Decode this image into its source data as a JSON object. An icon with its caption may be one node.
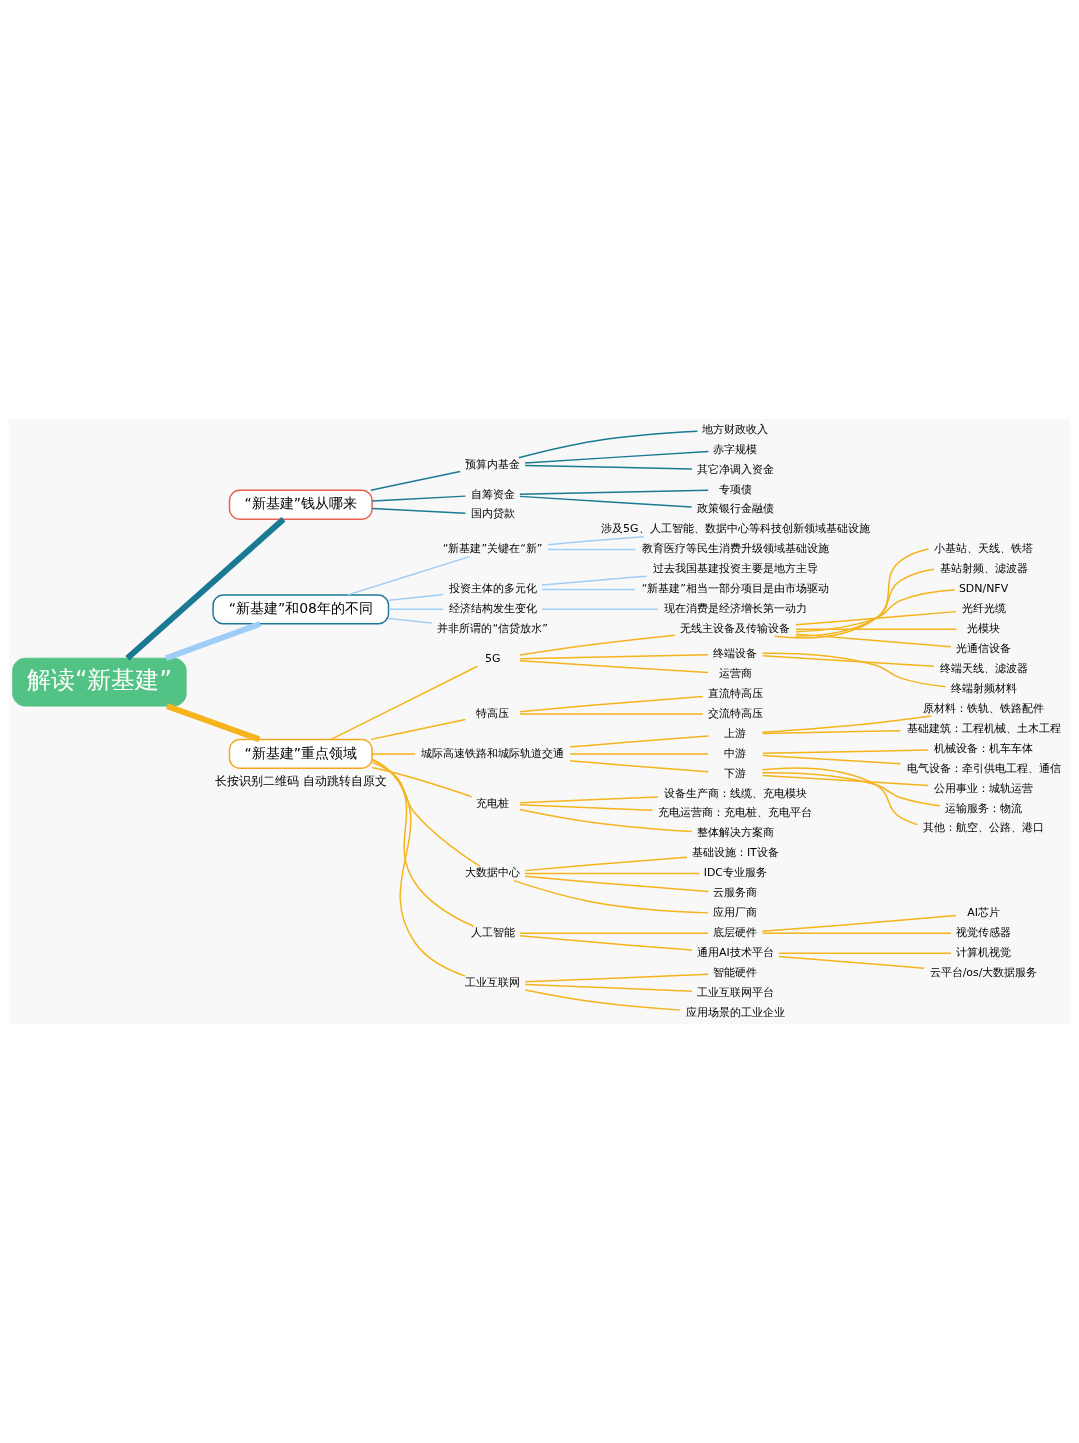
{
  "diagram": {
    "nodes": [
      {
        "text": [
          "解读“新基建”"
        ]
      },
      {
        "text": [
          "“新基建”钱从哪来"
        ]
      },
      {
        "text": [
          "预算内基金"
        ]
      },
      {
        "text": [
          "地方财政收入"
        ]
      },
      {
        "text": [
          "赤字规模"
        ]
      },
      {
        "text": [
          "其它净调入资金"
        ]
      },
      {
        "text": [
          "自筹资金"
        ]
      },
      {
        "text": [
          "专项债"
        ]
      },
      {
        "text": [
          "政策银行金融债"
        ]
      },
      {
        "text": [
          "国内贷款"
        ]
      },
      {
        "text": [
          "“新基建”和08年的不同"
        ]
      },
      {
        "text": [
          "“新基建”关键在“新”"
        ]
      },
      {
        "text": [
          "涉及5G、人工智能、数据中心等科技创新领域基础设施"
        ]
      },
      {
        "text": [
          "教育医疗等民生消费升级领域基础设施"
        ]
      },
      {
        "text": [
          "投资主体的多元化"
        ]
      },
      {
        "text": [
          "过去我国基建投资主要是地方主导"
        ]
      },
      {
        "text": [
          "“新基建”相当一部分项目是由市场驱动"
        ]
      },
      {
        "text": [
          "经济结构发生变化"
        ]
      },
      {
        "text": [
          "现在消费是经济增长第一动力"
        ]
      },
      {
        "text": [
          "并非所谓的“信贷放水”"
        ]
      },
      {
        "text": [
          "“新基建”重点领域"
        ]
      },
      {
        "text": [
          "5G"
        ]
      },
      {
        "text": [
          "无线主设备及传输设备"
        ]
      },
      {
        "text": [
          "小基站、天线、铁塔"
        ]
      },
      {
        "text": [
          "基站射频、滤波器"
        ]
      },
      {
        "text": [
          "SDN/NFV"
        ]
      },
      {
        "text": [
          "光纤光缆"
        ]
      },
      {
        "text": [
          "光模块"
        ]
      },
      {
        "text": [
          "光通信设备"
        ]
      },
      {
        "text": [
          "终端设备"
        ]
      },
      {
        "text": [
          "终端天线、滤波器"
        ]
      },
      {
        "text": [
          "终端射频材料"
        ]
      },
      {
        "text": [
          "运营商"
        ]
      },
      {
        "text": [
          "特高压"
        ]
      },
      {
        "text": [
          "直流特高压"
        ]
      },
      {
        "text": [
          "交流特高压"
        ]
      },
      {
        "text": [
          "城际高速铁路和城际轨道交通"
        ]
      },
      {
        "text": [
          "上游"
        ]
      },
      {
        "text": [
          "原材料：铁轨、铁路配件"
        ]
      },
      {
        "text": [
          "基础建筑：工程机械、土木工程"
        ]
      },
      {
        "text": [
          "中游"
        ]
      },
      {
        "text": [
          "机械设备：机车车体"
        ]
      },
      {
        "text": [
          "电气设备：牵引供电工程、通信"
        ]
      },
      {
        "text": [
          "下游"
        ]
      },
      {
        "text": [
          "公用事业：城轨运营"
        ]
      },
      {
        "text": [
          "运输服务：物流"
        ]
      },
      {
        "text": [
          "其他：航空、公路、港口"
        ]
      },
      {
        "text": [
          "充电桩"
        ]
      },
      {
        "text": [
          "设备生产商：线缆、充电模块"
        ]
      },
      {
        "text": [
          "充电运营商：充电桩、充电平台"
        ]
      },
      {
        "text": [
          "整体解决方案商"
        ]
      },
      {
        "text": [
          "大数据中心"
        ]
      },
      {
        "text": [
          "基础设施：IT设备"
        ]
      },
      {
        "text": [
          "IDC专业服务"
        ]
      },
      {
        "text": [
          "云服务商"
        ]
      },
      {
        "text": [
          "应用厂商"
        ]
      },
      {
        "text": [
          "人工智能"
        ]
      },
      {
        "text": [
          "底层硬件"
        ]
      },
      {
        "text": [
          "AI芯片"
        ]
      },
      {
        "text": [
          "视觉传感器"
        ]
      },
      {
        "text": [
          "通用AI技术平台"
        ]
      },
      {
        "text": [
          "计算机视觉"
        ]
      },
      {
        "text": [
          "云平台/os/大数据服务"
        ]
      },
      {
        "text": [
          "工业互联网"
        ]
      },
      {
        "text": [
          "智能硬件"
        ]
      },
      {
        "text": [
          "工业互联网平台"
        ]
      },
      {
        "text": [
          "应用场景的工业企业"
        ]
      }
    ],
    "edges": [
      {
        "from": 0,
        "to": 1,
        "arrow": "none",
        "style": "thick",
        "color": "#1a7a94"
      },
      {
        "from": 1,
        "to": 2,
        "arrow": "none",
        "color": "#1a7a94"
      },
      {
        "from": 2,
        "to": 3,
        "arrow": "none",
        "color": "#1a7a94"
      },
      {
        "from": 2,
        "to": 4,
        "arrow": "none",
        "color": "#1a7a94"
      },
      {
        "from": 2,
        "to": 5,
        "arrow": "none",
        "color": "#1a7a94"
      },
      {
        "from": 1,
        "to": 6,
        "arrow": "none",
        "color": "#1a7a94"
      },
      {
        "from": 6,
        "to": 7,
        "arrow": "none",
        "color": "#1a7a94"
      },
      {
        "from": 6,
        "to": 8,
        "arrow": "none",
        "color": "#1a7a94"
      },
      {
        "from": 1,
        "to": 9,
        "arrow": "none",
        "color": "#1a7a94"
      },
      {
        "from": 0,
        "to": 10,
        "arrow": "none",
        "style": "thick",
        "color": "#a0cdf6"
      },
      {
        "from": 10,
        "to": 11,
        "arrow": "none",
        "color": "#a0cdf6"
      },
      {
        "from": 11,
        "to": 12,
        "arrow": "none",
        "color": "#a0cdf6"
      },
      {
        "from": 11,
        "to": 13,
        "arrow": "none",
        "color": "#a0cdf6"
      },
      {
        "from": 10,
        "to": 14,
        "arrow": "none",
        "color": "#a0cdf6"
      },
      {
        "from": 14,
        "to": 15,
        "arrow": "none",
        "color": "#a0cdf6"
      },
      {
        "from": 14,
        "to": 16,
        "arrow": "none",
        "color": "#a0cdf6"
      },
      {
        "from": 10,
        "to": 17,
        "arrow": "none",
        "color": "#a0cdf6"
      },
      {
        "from": 17,
        "to": 18,
        "arrow": "none",
        "color": "#a0cdf6"
      },
      {
        "from": 10,
        "to": 19,
        "arrow": "none",
        "color": "#a0cdf6"
      },
      {
        "from": 0,
        "to": 20,
        "arrow": "none",
        "style": "thick"
      },
      {
        "from": 20,
        "to": 21,
        "arrow": "none"
      },
      {
        "from": 21,
        "to": 22,
        "arrow": "none"
      },
      {
        "from": 22,
        "to": 23,
        "arrow": "none"
      },
      {
        "from": 22,
        "to": 24,
        "arrow": "none"
      },
      {
        "from": 22,
        "to": 25,
        "arrow": "none"
      },
      {
        "from": 22,
        "to": 26,
        "arrow": "none"
      },
      {
        "from": 22,
        "to": 27,
        "arrow": "none"
      },
      {
        "from": 22,
        "to": 28,
        "arrow": "none"
      },
      {
        "from": 21,
        "to": 29,
        "arrow": "none"
      },
      {
        "from": 29,
        "to": 30,
        "arrow": "none"
      },
      {
        "from": 29,
        "to": 31,
        "arrow": "none"
      },
      {
        "from": 21,
        "to": 32,
        "arrow": "none"
      },
      {
        "from": 20,
        "to": 33,
        "arrow": "none"
      },
      {
        "from": 33,
        "to": 34,
        "arrow": "none"
      },
      {
        "from": 33,
        "to": 35,
        "arrow": "none"
      },
      {
        "from": 20,
        "to": 36,
        "arrow": "none"
      },
      {
        "from": 36,
        "to": 37,
        "arrow": "none"
      },
      {
        "from": 37,
        "to": 38,
        "arrow": "none"
      },
      {
        "from": 37,
        "to": 39,
        "arrow": "none"
      },
      {
        "from": 36,
        "to": 40,
        "arrow": "none"
      },
      {
        "from": 40,
        "to": 41,
        "arrow": "none"
      },
      {
        "from": 40,
        "to": 42,
        "arrow": "none"
      },
      {
        "from": 36,
        "to": 43,
        "arrow": "none"
      },
      {
        "from": 43,
        "to": 44,
        "arrow": "none"
      },
      {
        "from": 43,
        "to": 45,
        "arrow": "none"
      },
      {
        "from": 43,
        "to": 46,
        "arrow": "none"
      },
      {
        "from": 20,
        "to": 47,
        "arrow": "none"
      },
      {
        "from": 47,
        "to": 48,
        "arrow": "none"
      },
      {
        "from": 47,
        "to": 49,
        "arrow": "none"
      },
      {
        "from": 47,
        "to": 50,
        "arrow": "none"
      },
      {
        "from": 20,
        "to": 51,
        "arrow": "none"
      },
      {
        "from": 51,
        "to": 52,
        "arrow": "none"
      },
      {
        "from": 51,
        "to": 53,
        "arrow": "none"
      },
      {
        "from": 51,
        "to": 54,
        "arrow": "none"
      },
      {
        "from": 51,
        "to": 55,
        "arrow": "none"
      },
      {
        "from": 20,
        "to": 56,
        "arrow": "none"
      },
      {
        "from": 56,
        "to": 57,
        "arrow": "none"
      },
      {
        "from": 57,
        "to": 58,
        "arrow": "none"
      },
      {
        "from": 57,
        "to": 59,
        "arrow": "none"
      },
      {
        "from": 56,
        "to": 60,
        "arrow": "none"
      },
      {
        "from": 60,
        "to": 61,
        "arrow": "none"
      },
      {
        "from": 60,
        "to": 62,
        "arrow": "none"
      },
      {
        "from": 20,
        "to": 63,
        "arrow": "none"
      },
      {
        "from": 63,
        "to": 64,
        "arrow": "none"
      },
      {
        "from": 63,
        "to": 65,
        "arrow": "none"
      },
      {
        "from": 63,
        "to": 66,
        "arrow": "none"
      }
    ],
    "labels": [
      "长按识别二维码 自动跳转自原文"
    ]
  }
}
